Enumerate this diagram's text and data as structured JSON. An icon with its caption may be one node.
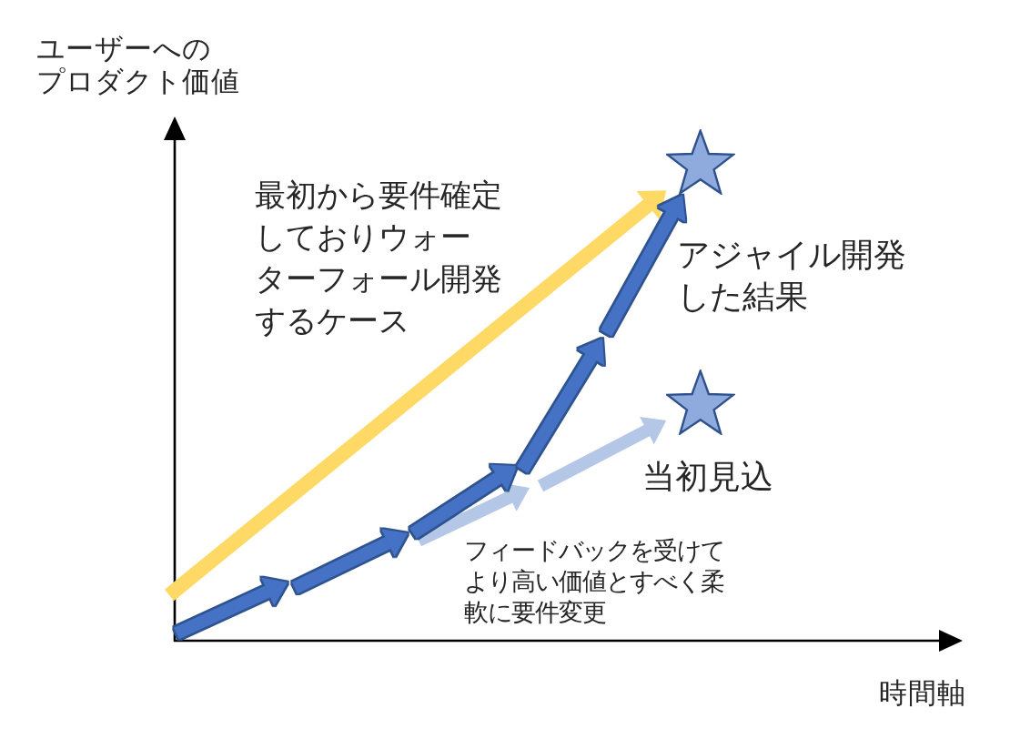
{
  "diagram": {
    "nodes": [
      {
        "text": [],
        "shape": "star",
        "beside": [
          "アジャイル開発した結果"
        ]
      },
      {
        "text": [],
        "shape": "star",
        "beside": [
          "当初見込"
        ]
      }
    ],
    "edges": [
      {
        "from": null,
        "to": 0,
        "arrow": "to",
        "color": "#ffd966"
      },
      {
        "from": null,
        "to": 0,
        "arrow": "to",
        "color": "#4472c4"
      },
      {
        "from": null,
        "to": 1,
        "arrow": "to",
        "color": "#b4c7e7"
      }
    ],
    "labels": [
      "ユーザーへのプロダクト価値",
      "最初から要件確定しておりウォーターフォール開発するケース",
      "フィードバックを受けてより高い価値とすべく柔軟に要件変更",
      "時間軸"
    ]
  }
}
